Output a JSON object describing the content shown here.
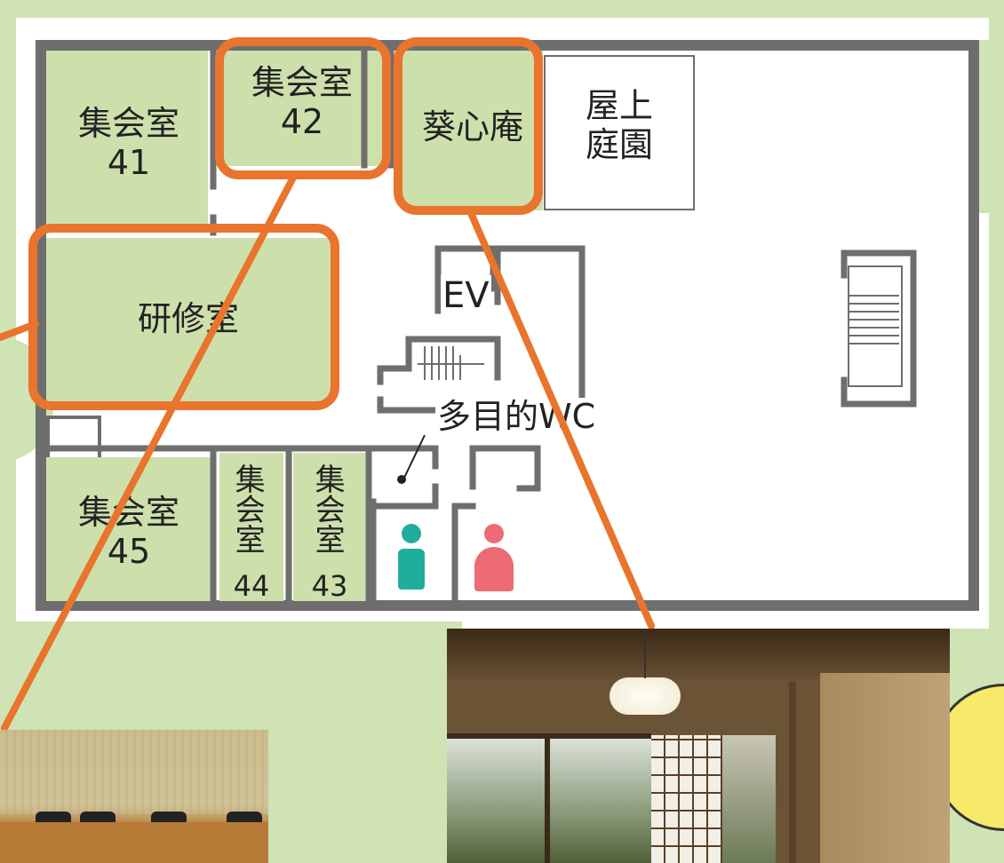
{
  "rooms": {
    "r41": "集会室\n41",
    "r42": "集会室\n42",
    "aoi": "葵心庵",
    "rooftop": "屋上\n庭園",
    "kenshu": "研修室",
    "r45": "集会室\n45",
    "r44_v": "集会室",
    "r44_n": "44",
    "r43_v": "集会室",
    "r43_n": "43"
  },
  "labels": {
    "ev": "EV",
    "wc": "多目的WC"
  },
  "icons": {
    "male": "male-restroom-icon",
    "female": "female-restroom-icon"
  },
  "colors": {
    "room_fill": "#cde0ac",
    "highlight": "#e8742d",
    "male": "#1fae9b",
    "female": "#ec6b74"
  }
}
